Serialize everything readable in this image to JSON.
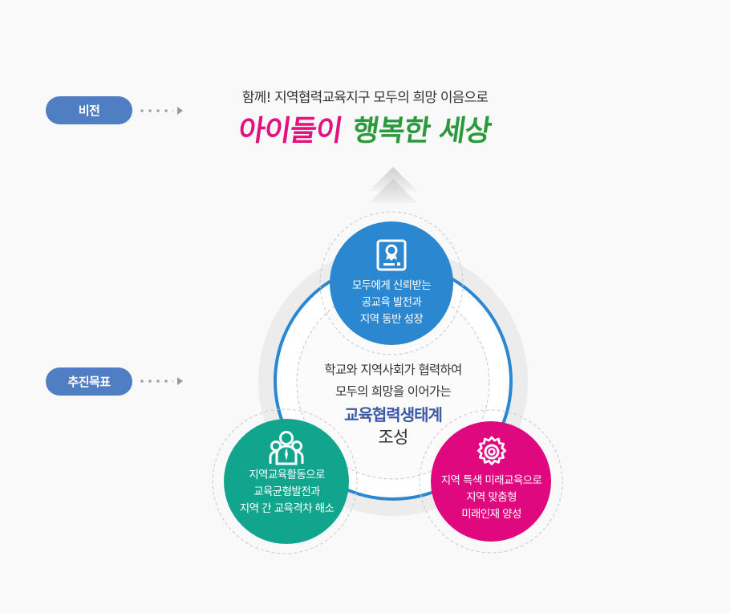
{
  "labels": {
    "vision": "비전",
    "goals": "추진목표"
  },
  "vision": {
    "subtitle": "함께! 지역협력교육지구 모두의 희망 이음으로",
    "slogan_part1": "아이들이",
    "slogan_part2": "행복한 세상"
  },
  "center": {
    "line1": "학교와 지역사회가 협력하여",
    "line2": "모두의 희망을 이어가는",
    "highlight": "교육협력생태계",
    "line4": "조성"
  },
  "goals": [
    {
      "icon": "certificate-icon",
      "color": "#2b87cf",
      "lines": [
        "모두에게 신뢰받는",
        "공교육 발전과",
        "지역 동반 성장"
      ]
    },
    {
      "icon": "people-group-icon",
      "color": "#12a58e",
      "lines": [
        "지역교육활동으로",
        "교육균형발전과",
        "지역 간 교육격차 해소"
      ]
    },
    {
      "icon": "gear-icon",
      "color": "#e0087f",
      "lines": [
        "지역 특색 미래교육으로",
        "지역 맞춤형",
        "미래인재 양성"
      ]
    }
  ],
  "colors": {
    "pill": "#4f7ec3",
    "ring": "#2b87cf",
    "slogan_pink": "#e2137f",
    "slogan_green": "#2a9a3c",
    "highlight": "#3d5aa6"
  }
}
